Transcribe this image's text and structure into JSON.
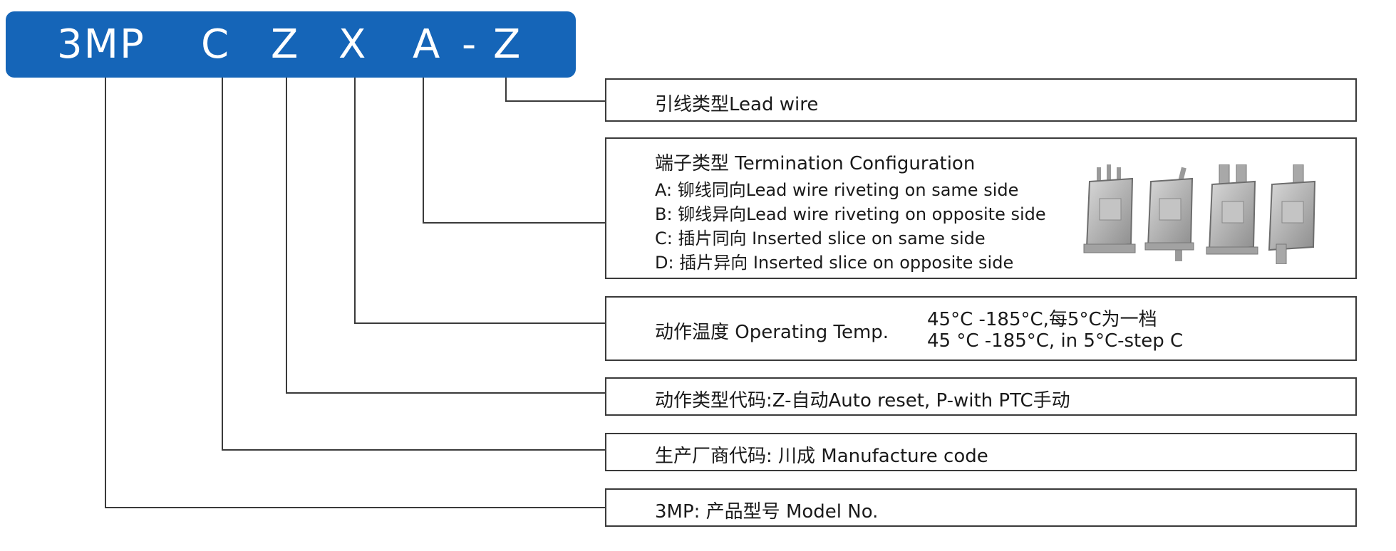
{
  "code": {
    "segments": [
      "3MP",
      "C",
      "Z",
      "X",
      "A",
      "-",
      "Z"
    ]
  },
  "boxes": {
    "lead_wire": "引线类型Lead wire",
    "termination": {
      "title": "端子类型 Termination Configuration",
      "options": [
        "A: 铆线同向Lead wire riveting on same side",
        "B: 铆线异向Lead wire riveting on opposite side",
        "C: 插片同向 Inserted slice on same side",
        "D: 插片异向 Inserted slice on opposite side"
      ]
    },
    "operating_temp": {
      "label": "动作温度 Operating Temp.",
      "line1": "45°C -185°C,每5°C为一档",
      "line2": "45 °C -185°C, in 5°C-step C"
    },
    "action_type": "动作类型代码:Z-自动Auto reset, P-with PTC手动",
    "manufacture": "生产厂商代码: 川成 Manufacture code",
    "model": "3MP: 产品型号 Model No."
  },
  "colors": {
    "code_bar": "#1565b8",
    "code_text": "#ffffff",
    "box_border": "#3a3a3a",
    "leader_line": "#3a3a3a"
  }
}
